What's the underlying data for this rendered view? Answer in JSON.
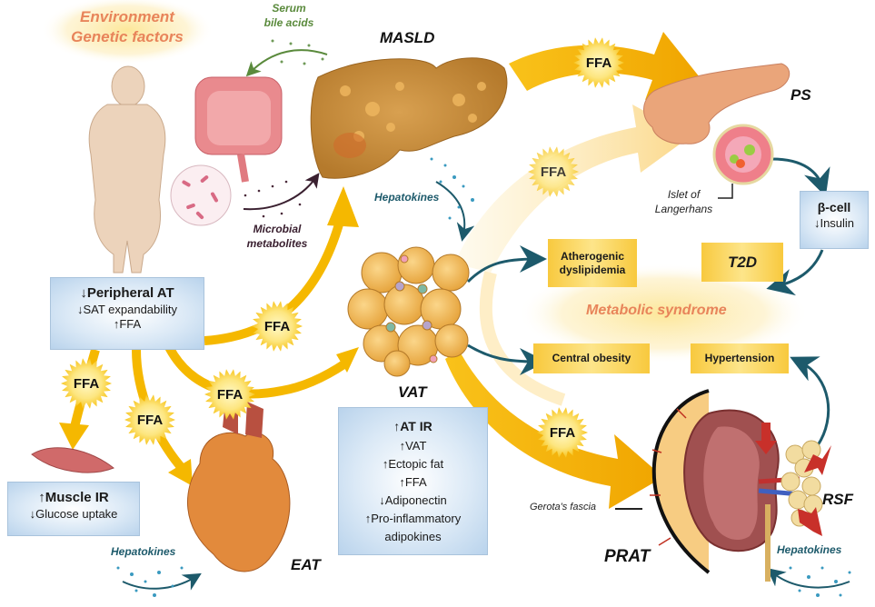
{
  "header_glow": {
    "line1": "Environment",
    "line2": "Genetic factors",
    "color": "#e8845a"
  },
  "organs": {
    "masld": "MASLD",
    "ps": "PS",
    "vat": "VAT",
    "eat": "EAT",
    "prat": "PRAT",
    "rsf": "RSF"
  },
  "annotations": {
    "serum_bile_acids": [
      "Serum",
      "bile acids"
    ],
    "microbial_metabolites": [
      "Microbial",
      "metabolites"
    ],
    "hepatokines_liver": "Hepatokines",
    "hepatokines_heart": "Hepatokines",
    "hepatokines_kidney": "Hepatokines",
    "islet": [
      "Islet of",
      "Langerhans"
    ],
    "gerota": "Gerota's fascia",
    "metabolic_syndrome": "Metabolic syndrome"
  },
  "ffa_label": "FFA",
  "boxes": {
    "peripheral": {
      "title": "↓Peripheral AT",
      "lines": [
        "↓SAT expandability",
        "↑FFA"
      ]
    },
    "muscle": {
      "title": "↑Muscle IR",
      "lines": [
        "↓Glucose uptake"
      ]
    },
    "vat": {
      "title": "↑AT IR",
      "lines": [
        "↑VAT",
        "↑Ectopic fat",
        "↑FFA",
        "↓Adiponectin",
        "↑Pro-inflammatory",
        "adipokines"
      ]
    },
    "beta_cell": {
      "title": "β-cell",
      "lines": [
        "↓Insulin"
      ]
    }
  },
  "syndrome_boxes": {
    "atherogenic": [
      "Atherogenic",
      "dyslipidemia"
    ],
    "t2d": "T2D",
    "central_obesity": "Central obesity",
    "hypertension": "Hypertension"
  },
  "colors": {
    "ffa_arrow": "#f5b800",
    "teal_arrow": "#1d5a6b",
    "green_arrow": "#5a8a3c",
    "box_blue": "#c9ddf0",
    "box_yellow": "#f8c93e"
  }
}
